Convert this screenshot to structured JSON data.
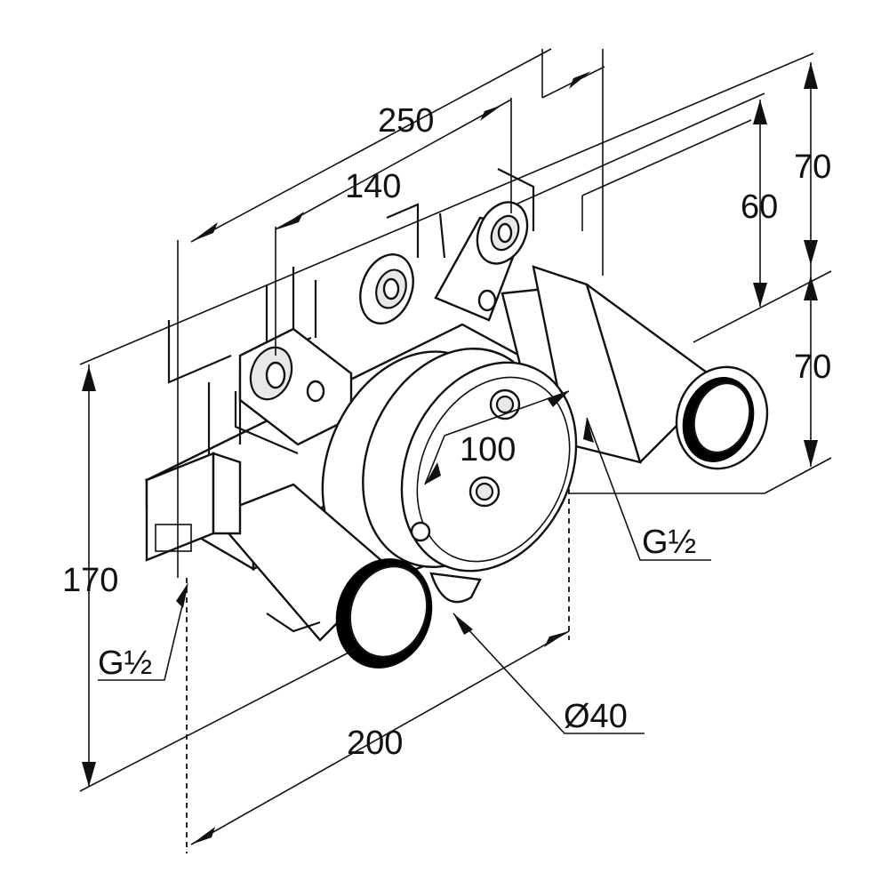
{
  "dimensions": {
    "width_total": "250",
    "width_inner": "140",
    "depth_front": "60",
    "height_top": "70",
    "height_bottom": "70",
    "height_total": "170",
    "diameter_circle": "100",
    "outlet_diameter": "Ø40",
    "thread_right": "G½",
    "thread_left": "G½",
    "length_bottom": "200"
  }
}
